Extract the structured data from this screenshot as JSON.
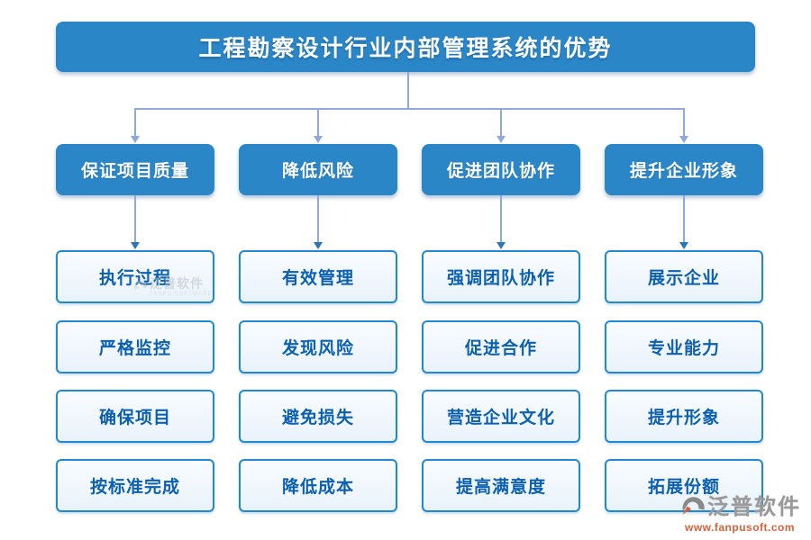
{
  "title": "工程勘察设计行业内部管理系统的优势",
  "colors": {
    "primary_blue": "#2b86c8",
    "connector": "#8fa9db",
    "arrow_dark": "#2e75b6",
    "leaf_border": "#2189d2",
    "leaf_text": "#0b60b0",
    "logo_orange": "#d4623f",
    "logo_grey": "#9a9a9a"
  },
  "columns": [
    {
      "header": "保证项目质量",
      "items": [
        "执行过程",
        "严格监控",
        "确保项目",
        "按标准完成"
      ]
    },
    {
      "header": "降低风险",
      "items": [
        "有效管理",
        "发现风险",
        "避免损失",
        "降低成本"
      ]
    },
    {
      "header": "促进团队协作",
      "items": [
        "强调团队协作",
        "促进合作",
        "营造企业文化",
        "提高满意度"
      ]
    },
    {
      "header": "提升企业形象",
      "items": [
        "展示企业",
        "专业能力",
        "提升形象",
        "拓展份额"
      ]
    }
  ],
  "watermark": {
    "brand": "泛普软件",
    "subtitle": "FANPU SOFTWARE"
  },
  "footer_logo": {
    "brand": "泛普软件",
    "url": "www.fanpusoft.com"
  }
}
